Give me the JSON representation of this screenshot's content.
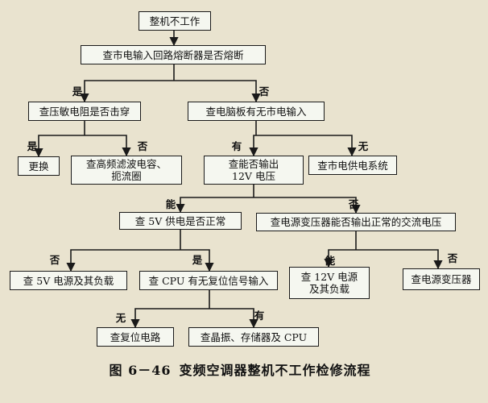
{
  "nodes": {
    "n1": "整机不工作",
    "n2": "查市电输入回路熔断器是否熔断",
    "n3": "查压敏电阻是否击穿",
    "n4": "查电脑板有无市电输入",
    "n5": "更换",
    "n6": "查高频滤波电容、\n扼流圈",
    "n7": "查能否输出\n12V 电压",
    "n8": "查市电供电系统",
    "n9": "查 5V 供电是否正常",
    "n10": "查电源变压器能否输出正常的交流电压",
    "n11": "查 5V 电源及其负载",
    "n12": "查 CPU 有无复位信号输入",
    "n13": "查 12V 电源\n及其负载",
    "n14": "查电源变压器",
    "n15": "查复位电路",
    "n16": "查晶振、存储器及 CPU"
  },
  "labels": {
    "yes": "是",
    "no": "否",
    "have": "有",
    "none": "无",
    "can": "能"
  },
  "caption": {
    "number": "图 6－46",
    "title": "变频空调器整机不工作检修流程"
  }
}
